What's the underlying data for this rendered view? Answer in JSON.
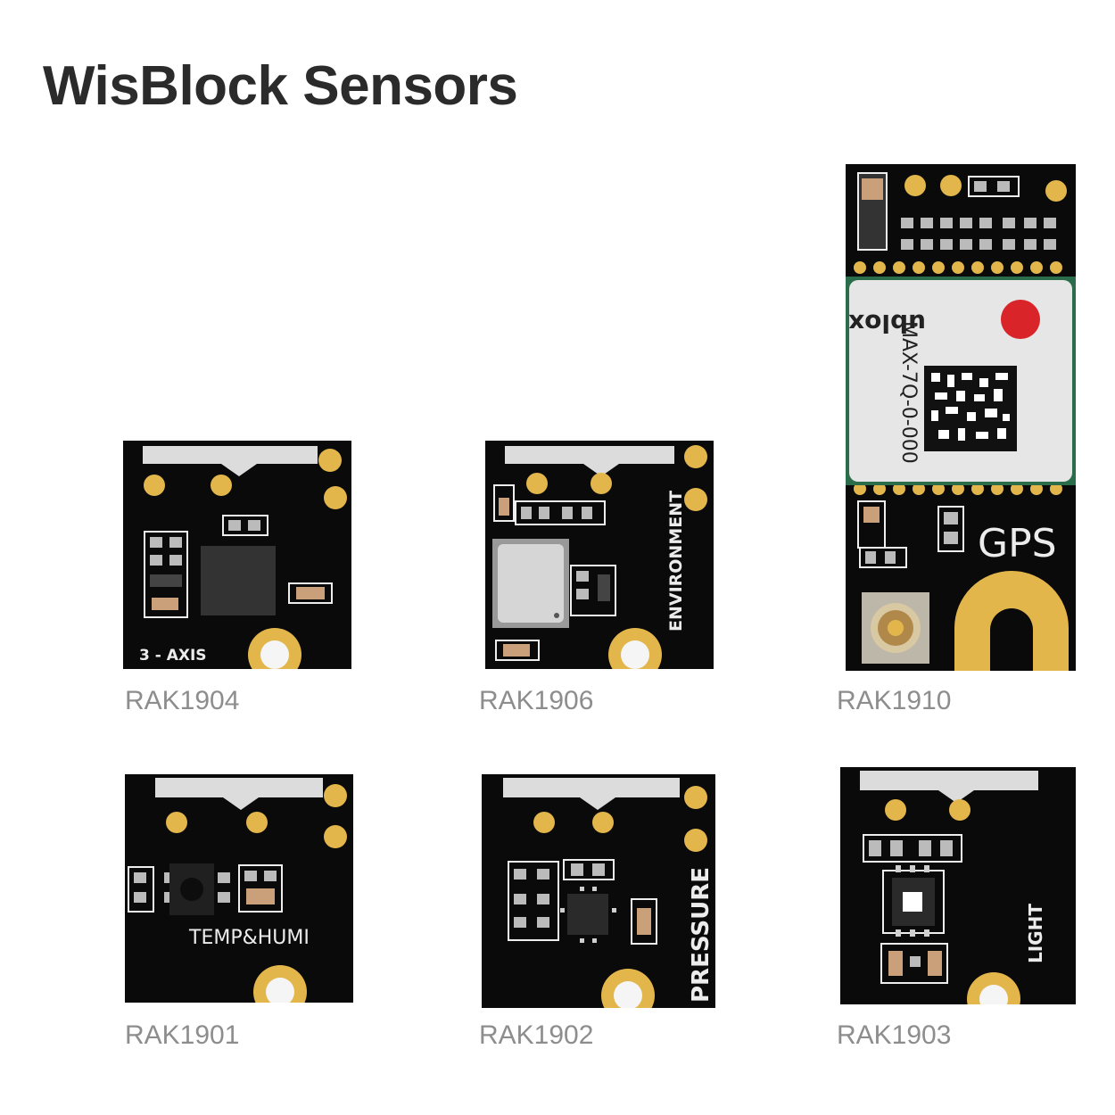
{
  "page": {
    "title": "WisBlock Sensors"
  },
  "colors": {
    "board": "#0a0a0a",
    "gold": "#e3b64c",
    "silkscreen": "#ececec",
    "caption": "#8d8d8d",
    "title": "#2b2b2b",
    "ublox_red": "#d9242a"
  },
  "modules": [
    {
      "caption": "RAK1904",
      "board_label": "3 - AXIS"
    },
    {
      "caption": "RAK1906",
      "board_label": "ENVIRONMENT"
    },
    {
      "caption": "RAK1910",
      "board_label": "GPS",
      "chip_brand": "ublox",
      "chip_model": "MAX-7Q-0-000"
    },
    {
      "caption": "RAK1901",
      "board_label": "TEMP&HUMI"
    },
    {
      "caption": "RAK1902",
      "board_label": "PRESSURE"
    },
    {
      "caption": "RAK1903",
      "board_label": "LIGHT"
    }
  ]
}
